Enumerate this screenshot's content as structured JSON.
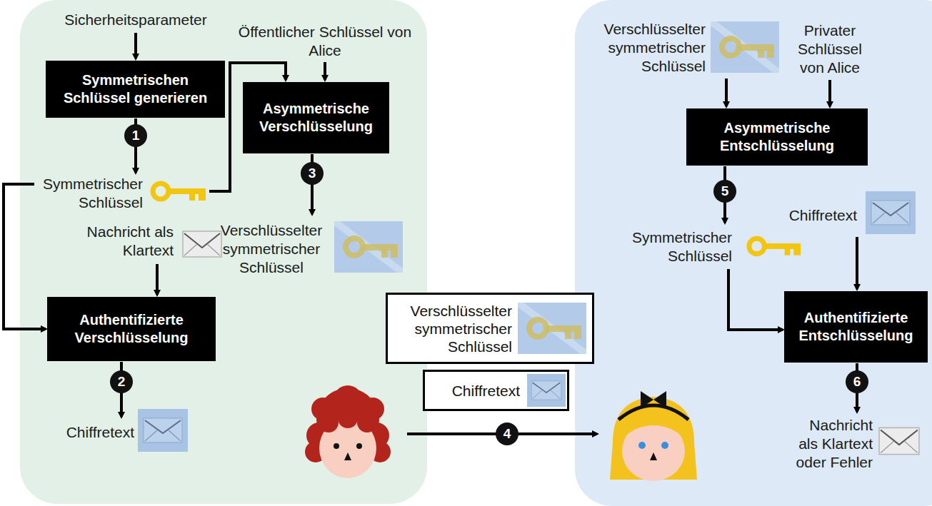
{
  "diagram": {
    "nodes": [
      {
        "text": [
          "Symmetrischen Schlüssel generieren"
        ]
      },
      {
        "text": [
          "Asymmetrische Verschlüsselung"
        ]
      },
      {
        "text": [
          "Authentifizierte Verschlüsselung"
        ]
      },
      {
        "text": [
          "Verschlüsselter symmetrischer Schlüssel"
        ]
      },
      {
        "text": [
          "Chiffretext"
        ]
      },
      {
        "text": [
          "Asymmetrische Entschlüsselung"
        ]
      },
      {
        "text": [
          "Authentifizierte Entschlüsselung"
        ]
      }
    ],
    "labels": [
      "Sicherheitsparameter",
      "Öffentlicher Schlüssel von Alice",
      "1",
      "Symmetrischer Schlüssel",
      "Nachricht als Klartext",
      "3",
      "Verschlüsselter symmetrischer Schlüssel",
      "2",
      "Chiffretext",
      "4",
      "Verschlüsselter symmetrischer Schlüssel",
      "Privater Schlüssel von Alice",
      "5",
      "Chiffretext",
      "Symmetrischer Schlüssel",
      "6",
      "Nachricht als Klartext oder Fehler"
    ]
  }
}
